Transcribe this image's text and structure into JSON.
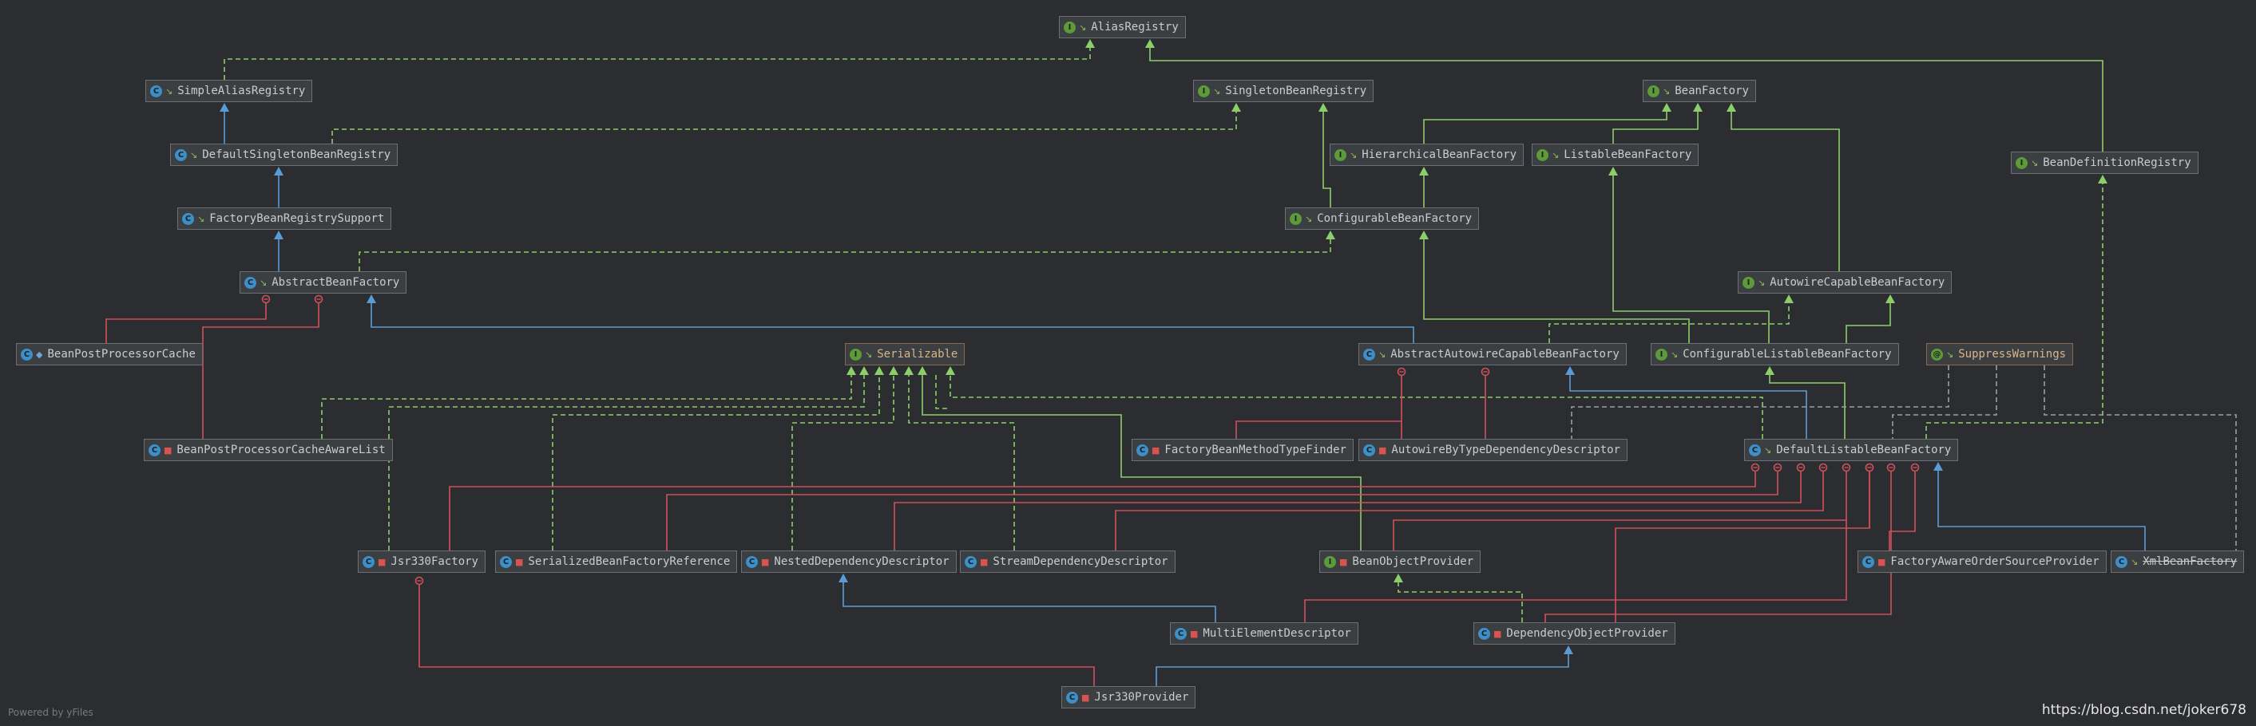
{
  "colors": {
    "background": "#2b2d30",
    "extends": "#5b9bd5",
    "implements": "#8ccf6a",
    "inner": "#d0505a",
    "annotation": "#9aa0a6"
  },
  "nodes": [
    {
      "id": "AliasRegistry",
      "label": "AliasRegistry",
      "kind": "interface",
      "visibility": "public",
      "icon": "interface-icon"
    },
    {
      "id": "SimpleAliasRegistry",
      "label": "SimpleAliasRegistry",
      "kind": "class",
      "visibility": "public",
      "icon": "class-icon"
    },
    {
      "id": "SingletonBeanRegistry",
      "label": "SingletonBeanRegistry",
      "kind": "interface",
      "visibility": "public",
      "icon": "interface-icon"
    },
    {
      "id": "BeanFactory",
      "label": "BeanFactory",
      "kind": "interface",
      "visibility": "public",
      "icon": "interface-icon"
    },
    {
      "id": "DefaultSingletonBeanRegistry",
      "label": "DefaultSingletonBeanRegistry",
      "kind": "class",
      "visibility": "public",
      "icon": "class-icon"
    },
    {
      "id": "HierarchicalBeanFactory",
      "label": "HierarchicalBeanFactory",
      "kind": "interface",
      "visibility": "public",
      "icon": "interface-icon"
    },
    {
      "id": "ListableBeanFactory",
      "label": "ListableBeanFactory",
      "kind": "interface",
      "visibility": "public",
      "icon": "interface-icon"
    },
    {
      "id": "BeanDefinitionRegistry",
      "label": "BeanDefinitionRegistry",
      "kind": "interface",
      "visibility": "public",
      "icon": "interface-icon"
    },
    {
      "id": "FactoryBeanRegistrySupport",
      "label": "FactoryBeanRegistrySupport",
      "kind": "abstract",
      "visibility": "public",
      "icon": "abstract-class-icon"
    },
    {
      "id": "ConfigurableBeanFactory",
      "label": "ConfigurableBeanFactory",
      "kind": "interface",
      "visibility": "public",
      "icon": "interface-icon"
    },
    {
      "id": "AbstractBeanFactory",
      "label": "AbstractBeanFactory",
      "kind": "abstract",
      "visibility": "public",
      "icon": "abstract-class-icon"
    },
    {
      "id": "AutowireCapableBeanFactory",
      "label": "AutowireCapableBeanFactory",
      "kind": "interface",
      "visibility": "public",
      "icon": "interface-icon"
    },
    {
      "id": "BeanPostProcessorCache",
      "label": "BeanPostProcessorCache",
      "kind": "class",
      "visibility": "package",
      "icon": "static-class-icon"
    },
    {
      "id": "Serializable",
      "label": "Serializable",
      "kind": "interface",
      "visibility": "public",
      "icon": "interface-icon",
      "annotation_style": true
    },
    {
      "id": "AbstractAutowireCapableBeanFactory",
      "label": "AbstractAutowireCapableBeanFactory",
      "kind": "abstract",
      "visibility": "public",
      "icon": "abstract-class-icon"
    },
    {
      "id": "ConfigurableListableBeanFactory",
      "label": "ConfigurableListableBeanFactory",
      "kind": "interface",
      "visibility": "public",
      "icon": "interface-icon"
    },
    {
      "id": "SuppressWarnings",
      "label": "SuppressWarnings",
      "kind": "annotation",
      "visibility": "public",
      "icon": "annotation-icon",
      "annotation_style": true
    },
    {
      "id": "BeanPostProcessorCacheAwareList",
      "label": "BeanPostProcessorCacheAwareList",
      "kind": "class",
      "visibility": "private",
      "icon": "class-icon"
    },
    {
      "id": "FactoryBeanMethodTypeFinder",
      "label": "FactoryBeanMethodTypeFinder",
      "kind": "class",
      "visibility": "private",
      "icon": "static-class-icon"
    },
    {
      "id": "AutowireByTypeDependencyDescriptor",
      "label": "AutowireByTypeDependencyDescriptor",
      "kind": "class",
      "visibility": "private",
      "icon": "class-icon"
    },
    {
      "id": "DefaultListableBeanFactory",
      "label": "DefaultListableBeanFactory",
      "kind": "class",
      "visibility": "public",
      "icon": "class-icon"
    },
    {
      "id": "Jsr330Factory",
      "label": "Jsr330Factory",
      "kind": "class",
      "visibility": "private",
      "icon": "class-icon"
    },
    {
      "id": "SerializedBeanFactoryReference",
      "label": "SerializedBeanFactoryReference",
      "kind": "class",
      "visibility": "private",
      "icon": "static-class-icon"
    },
    {
      "id": "NestedDependencyDescriptor",
      "label": "NestedDependencyDescriptor",
      "kind": "class",
      "visibility": "private",
      "icon": "static-class-icon"
    },
    {
      "id": "StreamDependencyDescriptor",
      "label": "StreamDependencyDescriptor",
      "kind": "class",
      "visibility": "private",
      "icon": "static-class-icon"
    },
    {
      "id": "BeanObjectProvider",
      "label": "BeanObjectProvider",
      "kind": "interface",
      "visibility": "private",
      "icon": "interface-icon"
    },
    {
      "id": "FactoryAwareOrderSourceProvider",
      "label": "FactoryAwareOrderSourceProvider",
      "kind": "class",
      "visibility": "private",
      "icon": "class-icon"
    },
    {
      "id": "XmlBeanFactory",
      "label": "XmlBeanFactory",
      "kind": "class",
      "visibility": "public",
      "icon": "class-icon",
      "deprecated": true
    },
    {
      "id": "MultiElementDescriptor",
      "label": "MultiElementDescriptor",
      "kind": "class",
      "visibility": "private",
      "icon": "static-class-icon"
    },
    {
      "id": "DependencyObjectProvider",
      "label": "DependencyObjectProvider",
      "kind": "class",
      "visibility": "private",
      "icon": "class-icon"
    },
    {
      "id": "Jsr330Provider",
      "label": "Jsr330Provider",
      "kind": "class",
      "visibility": "private",
      "icon": "class-icon"
    }
  ],
  "edges": [
    {
      "from": "SimpleAliasRegistry",
      "to": "AliasRegistry",
      "type": "implements"
    },
    {
      "from": "BeanDefinitionRegistry",
      "to": "AliasRegistry",
      "type": "extends-interface"
    },
    {
      "from": "DefaultSingletonBeanRegistry",
      "to": "SimpleAliasRegistry",
      "type": "extends"
    },
    {
      "from": "DefaultSingletonBeanRegistry",
      "to": "SingletonBeanRegistry",
      "type": "implements"
    },
    {
      "from": "FactoryBeanRegistrySupport",
      "to": "DefaultSingletonBeanRegistry",
      "type": "extends"
    },
    {
      "from": "AbstractBeanFactory",
      "to": "FactoryBeanRegistrySupport",
      "type": "extends"
    },
    {
      "from": "AbstractBeanFactory",
      "to": "ConfigurableBeanFactory",
      "type": "implements"
    },
    {
      "from": "HierarchicalBeanFactory",
      "to": "BeanFactory",
      "type": "extends-interface"
    },
    {
      "from": "ListableBeanFactory",
      "to": "BeanFactory",
      "type": "extends-interface"
    },
    {
      "from": "AutowireCapableBeanFactory",
      "to": "BeanFactory",
      "type": "extends-interface"
    },
    {
      "from": "ConfigurableBeanFactory",
      "to": "HierarchicalBeanFactory",
      "type": "extends-interface"
    },
    {
      "from": "ConfigurableBeanFactory",
      "to": "SingletonBeanRegistry",
      "type": "extends-interface"
    },
    {
      "from": "ConfigurableListableBeanFactory",
      "to": "ListableBeanFactory",
      "type": "extends-interface"
    },
    {
      "from": "ConfigurableListableBeanFactory",
      "to": "AutowireCapableBeanFactory",
      "type": "extends-interface"
    },
    {
      "from": "ConfigurableListableBeanFactory",
      "to": "ConfigurableBeanFactory",
      "type": "extends-interface"
    },
    {
      "from": "AbstractAutowireCapableBeanFactory",
      "to": "AbstractBeanFactory",
      "type": "extends"
    },
    {
      "from": "AbstractAutowireCapableBeanFactory",
      "to": "AutowireCapableBeanFactory",
      "type": "implements"
    },
    {
      "from": "DefaultListableBeanFactory",
      "to": "AbstractAutowireCapableBeanFactory",
      "type": "extends"
    },
    {
      "from": "DefaultListableBeanFactory",
      "to": "ConfigurableListableBeanFactory",
      "type": "implements"
    },
    {
      "from": "DefaultListableBeanFactory",
      "to": "BeanDefinitionRegistry",
      "type": "implements"
    },
    {
      "from": "DefaultListableBeanFactory",
      "to": "Serializable",
      "type": "implements"
    },
    {
      "from": "XmlBeanFactory",
      "to": "DefaultListableBeanFactory",
      "type": "extends"
    },
    {
      "from": "BeanPostProcessorCache",
      "to": "AbstractBeanFactory",
      "type": "inner"
    },
    {
      "from": "BeanPostProcessorCacheAwareList",
      "to": "AbstractBeanFactory",
      "type": "inner"
    },
    {
      "from": "FactoryBeanMethodTypeFinder",
      "to": "AbstractAutowireCapableBeanFactory",
      "type": "inner"
    },
    {
      "from": "AutowireByTypeDependencyDescriptor",
      "to": "AbstractAutowireCapableBeanFactory",
      "type": "inner"
    },
    {
      "from": "BeanObjectProvider",
      "to": "Serializable",
      "type": "extends-interface"
    },
    {
      "from": "DependencyObjectProvider",
      "to": "BeanObjectProvider",
      "type": "implements"
    },
    {
      "from": "MultiElementDescriptor",
      "to": "NestedDependencyDescriptor",
      "type": "extends"
    },
    {
      "from": "Jsr330Provider",
      "to": "DependencyObjectProvider",
      "type": "extends"
    }
  ],
  "footer": "Powered by yFiles",
  "watermark": "https://blog.csdn.net/joker678"
}
